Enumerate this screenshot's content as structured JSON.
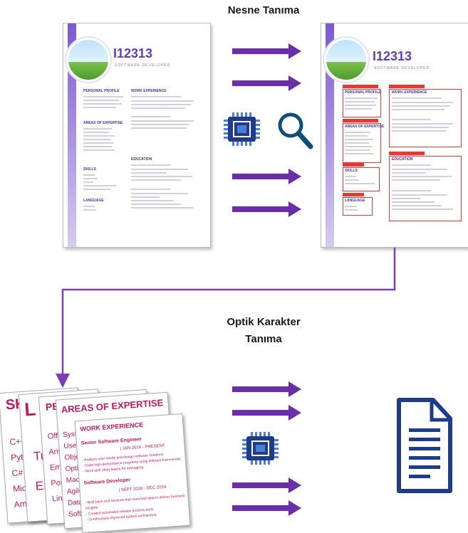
{
  "titles": {
    "top": "Nesne Tanıma",
    "middle_line1": "Optik Karakter",
    "middle_line2": "Tanıma"
  },
  "resume": {
    "name": "I12313",
    "role": "SOFTWARE DEVELOPER",
    "headings": [
      "PERSONAL PROFILE",
      "WORK EXPERIENCE",
      "AREAS OF EXPERTISE",
      "SKILLS",
      "EDUCATION",
      "LANGUAGE"
    ]
  },
  "ocr_sheets": {
    "skills_title": "SKILLS",
    "skills_lines": [
      "C++",
      "Pyth",
      "C#",
      "Micro",
      "Amaz"
    ],
    "language_letter": "L",
    "language_lines": [
      "Tu",
      "En"
    ],
    "profile_title": "PERSONAL PROFILE",
    "profile_lines": [
      "Off",
      "Any C",
      "Ema",
      "Port",
      "Linke"
    ],
    "expertise_title": "AREAS OF EXPERTISE",
    "expertise_lines": [
      "Syste",
      "User",
      "Obje",
      "Optir",
      "Mach",
      "Agile",
      "Data",
      "Softw"
    ],
    "work_title": "WORK EXPERIENCE",
    "work_job1": "Senior Software Engineer",
    "work_job1_date": "| JAN 2019 - PRESENT",
    "work_job1_lines": [
      "- Analyze user needs and design software solutions",
      "- Code high-performance programs using different frameworks",
      "- Work with other teams for debugging"
    ],
    "work_job2": "Software Developer",
    "work_job2_date": "| SEPT 2018 - DEC 2019",
    "work_job2_lines": [
      "- Built back-end services that crunched data to deliver business",
      "insights",
      "- Created automated release process tools",
      "- Continuously improved system architecture"
    ]
  },
  "colors": {
    "arrow": "#6a2fa8",
    "chip": "#1f3c88",
    "chip_pins": "#4a7fd1",
    "magnifier": "#0d4f7a",
    "document": "#1f3c88",
    "connector": "#7b3fb5",
    "detection_box": "#e53935"
  }
}
